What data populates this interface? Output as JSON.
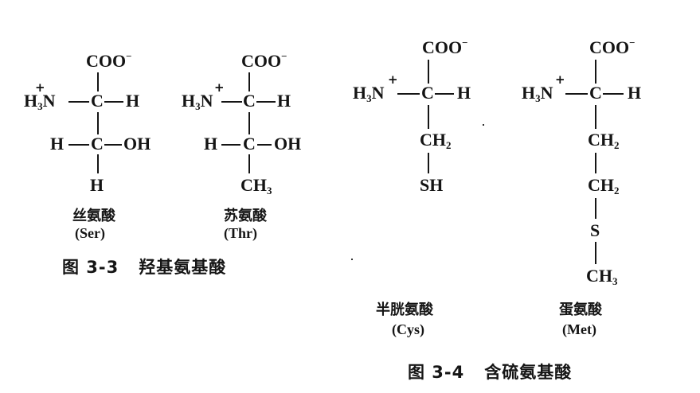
{
  "figures": [
    {
      "id": "fig-3-3",
      "caption_number": "图 3-3",
      "caption_title": "羟基氨基酸",
      "molecules": [
        {
          "name": "丝氨酸",
          "abbr": "(Ser)",
          "top": "COO",
          "top_charge": "−",
          "amine": "H",
          "amine_sub": "3",
          "amine_N": "N",
          "amine_charge": "+",
          "alpha_C": "C",
          "alpha_H": "H",
          "beta_left": "H",
          "beta_C": "C",
          "beta_right": "OH",
          "bottom": "H"
        },
        {
          "name": "苏氨酸",
          "abbr": "(Thr)",
          "top": "COO",
          "top_charge": "−",
          "amine": "H",
          "amine_sub": "3",
          "amine_N": "N",
          "amine_charge": "+",
          "alpha_C": "C",
          "alpha_H": "H",
          "beta_left": "H",
          "beta_C": "C",
          "beta_right": "OH",
          "bottom": "CH",
          "bottom_sub": "3"
        }
      ]
    },
    {
      "id": "fig-3-4",
      "caption_number": "图 3-4",
      "caption_title": "含硫氨基酸",
      "molecules": [
        {
          "name": "半胱氨酸",
          "abbr": "(Cys)",
          "top": "COO",
          "top_charge": "−",
          "amine": "H",
          "amine_sub": "3",
          "amine_N": "N",
          "amine_charge": "+",
          "alpha_C": "C",
          "alpha_H": "H",
          "chain1": "CH",
          "chain1_sub": "2",
          "chain2": "SH"
        },
        {
          "name": "蛋氨酸",
          "abbr": "(Met)",
          "top": "COO",
          "top_charge": "−",
          "amine": "H",
          "amine_sub": "3",
          "amine_N": "N",
          "amine_charge": "+",
          "alpha_C": "C",
          "alpha_H": "H",
          "chain1": "CH",
          "chain1_sub": "2",
          "chain2": "CH",
          "chain2_sub": "2",
          "chain3": "S",
          "chain4": "CH",
          "chain4_sub": "3"
        }
      ]
    }
  ]
}
